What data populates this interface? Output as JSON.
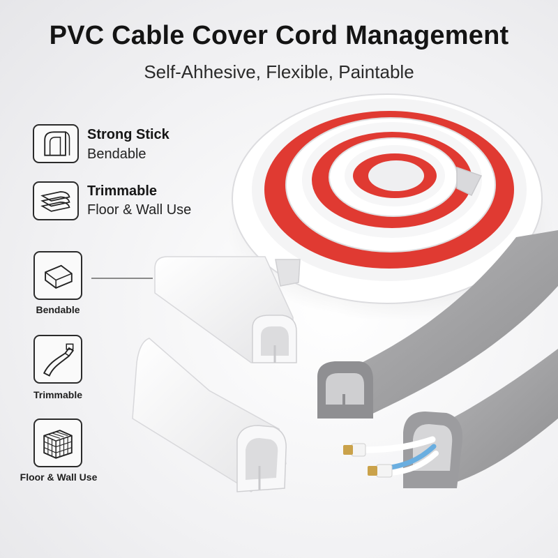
{
  "header": {
    "title": "PVC Cable Cover Cord Management",
    "subtitle": "Self-Ahhesive, Flexible, Paintable"
  },
  "features": [
    {
      "icon": "channel-corner-icon",
      "title": "Strong Stick",
      "subtitle": "Bendable"
    },
    {
      "icon": "adhesive-strips-icon",
      "title": "Trimmable",
      "subtitle": "Floor & Wall Use"
    }
  ],
  "side_icons": [
    {
      "icon": "channel-piece-icon",
      "label": "Bendable"
    },
    {
      "icon": "bent-strip-icon",
      "label": "Trimmable"
    },
    {
      "icon": "grid-cube-icon",
      "label": "Floor & Wall Use"
    }
  ],
  "colors": {
    "background": "#efeff1",
    "pvc_white": "#ffffff",
    "pvc_gray": "#9a9a9a",
    "adhesive_red": "#e03a32",
    "cable_blue": "#6aaee0",
    "connector_gold": "#caa24a"
  }
}
